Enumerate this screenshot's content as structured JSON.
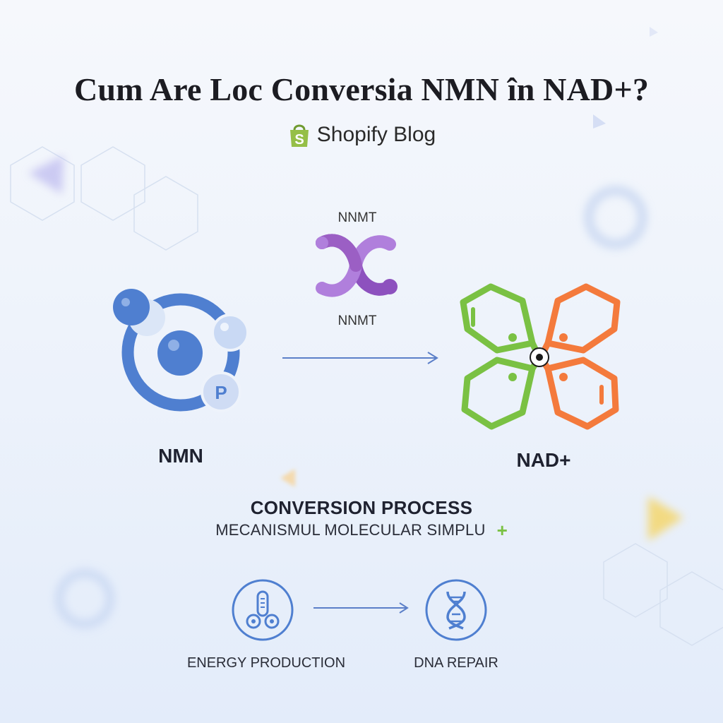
{
  "title": "Cum Are Loc Conversia NMN în NAD+?",
  "brand": {
    "name": "Shopify Blog",
    "logo_letter": "S",
    "logo_color": "#95bf47"
  },
  "enzyme": {
    "label_top": "NNMT",
    "label_bottom": "NNMT",
    "color": "#9b5fc4"
  },
  "nmn": {
    "label": "NMN",
    "phosphate_letter": "P",
    "color": "#4f7fd0"
  },
  "nad": {
    "label": "NAD+",
    "colors": [
      "#7ac143",
      "#f47a3c"
    ]
  },
  "process": {
    "heading": "CONVERSION PROCESS",
    "subheading": "MECANISMUL MOLECULAR SIMPLU",
    "plus": "+"
  },
  "outcomes": [
    {
      "label": "ENERGY PRODUCTION",
      "icon": "energy-icon"
    },
    {
      "label": "DNA REPAIR",
      "icon": "dna-icon"
    }
  ],
  "colors": {
    "arrow": "#5b7fc8",
    "icon_line": "#4f7fd0"
  }
}
